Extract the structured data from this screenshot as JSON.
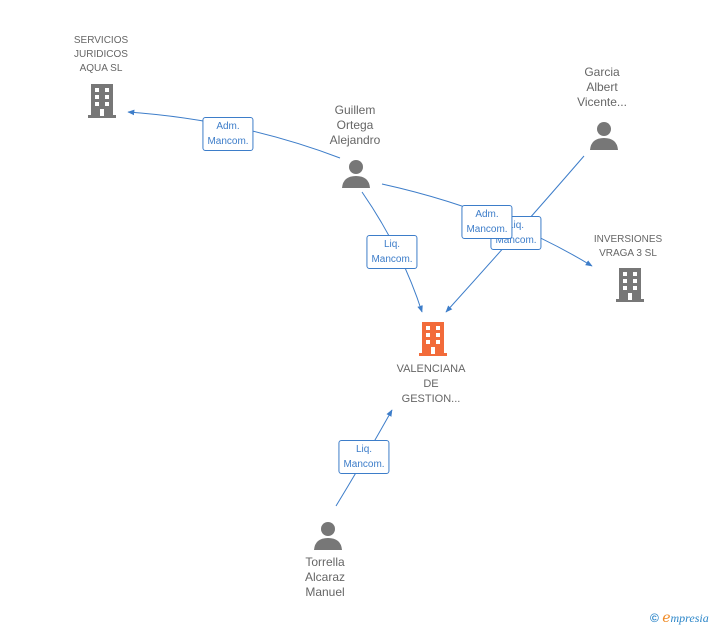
{
  "nodes": {
    "servicios": {
      "lines": [
        "SERVICIOS",
        "JURIDICOS",
        "AQUA SL"
      ],
      "type": "company"
    },
    "guillem": {
      "lines": [
        "Guillem",
        "Ortega",
        "Alejandro"
      ],
      "type": "person"
    },
    "garcia": {
      "lines": [
        "Garcia",
        "Albert",
        "Vicente..."
      ],
      "type": "person"
    },
    "inversiones": {
      "lines": [
        "INVERSIONES",
        "VRAGA 3 SL"
      ],
      "type": "company"
    },
    "valenciana": {
      "lines": [
        "VALENCIANA",
        "DE",
        "GESTION..."
      ],
      "type": "company-main"
    },
    "torrella": {
      "lines": [
        "Torrella",
        "Alcaraz",
        "Manuel"
      ],
      "type": "person"
    }
  },
  "edge_labels": {
    "guillem_servicios": [
      "Adm.",
      "Mancom."
    ],
    "guillem_valenciana": [
      "Liq.",
      "Mancom."
    ],
    "garcia_valenciana": [
      "Liq.",
      "Mancom."
    ],
    "guillem_inversiones": [
      "Adm.",
      "Mancom."
    ],
    "torrella_valenciana": [
      "Liq.",
      "Mancom."
    ]
  },
  "colors": {
    "company": "#777777",
    "company_main": "#f26b3a",
    "person": "#777777",
    "edge": "#3d7dc9"
  },
  "brand": {
    "copyright": "©",
    "e": "e",
    "rest": "mpresia"
  }
}
